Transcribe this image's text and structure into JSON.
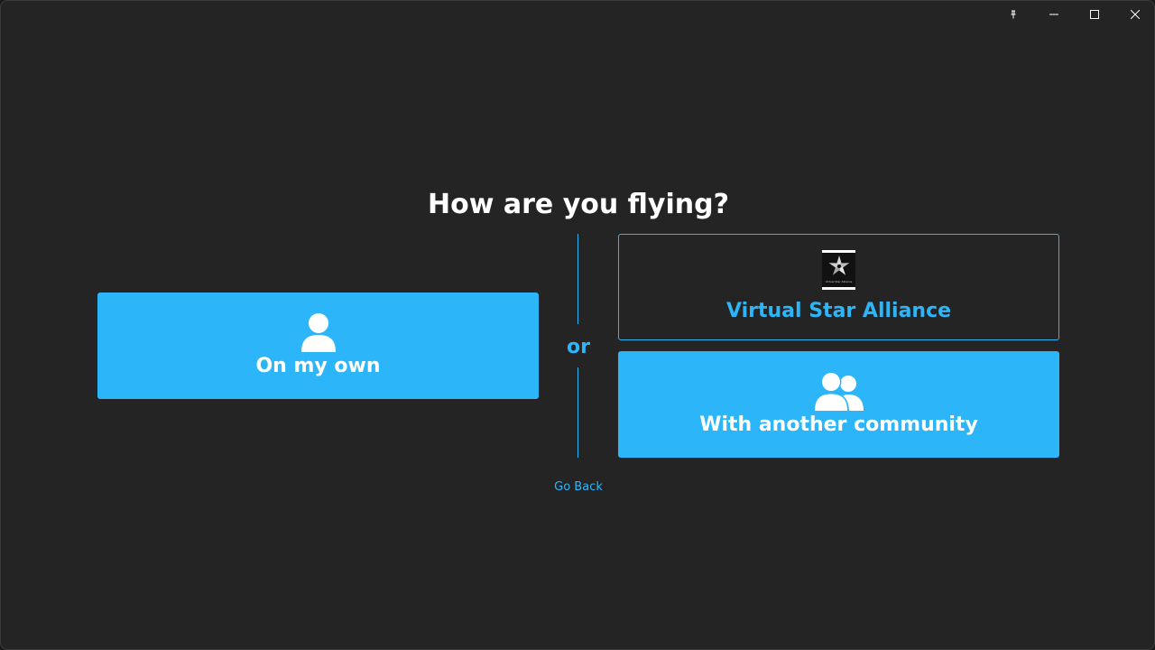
{
  "window": {
    "controls": {
      "pin": "pin-icon",
      "minimize": "minimize-icon",
      "maximize": "maximize-icon",
      "close": "close-icon"
    }
  },
  "main": {
    "heading": "How are you flying?",
    "separator": "or",
    "options": {
      "own": {
        "label": "On my own",
        "icon": "person-icon"
      },
      "vsa": {
        "label": "Virtual Star Alliance",
        "icon": "virtual-star-alliance-logo"
      },
      "community": {
        "label": "With another community",
        "icon": "people-icon"
      }
    },
    "go_back": "Go Back"
  },
  "colors": {
    "accent": "#2db5fa",
    "background": "#242424",
    "text": "#ffffff"
  },
  "logo_caption": "Virtual Star Alliance"
}
